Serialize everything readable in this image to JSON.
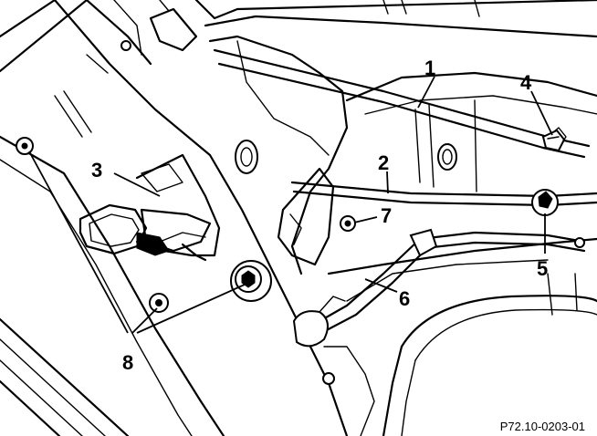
{
  "callouts": {
    "c1": "1",
    "c2": "2",
    "c3": "3",
    "c4": "4",
    "c5": "5",
    "c6": "6",
    "c7": "7",
    "c8": "8"
  },
  "figure_reference": "P72.10-0203-01",
  "colors": {
    "line": "#000000",
    "background": "#ffffff"
  }
}
